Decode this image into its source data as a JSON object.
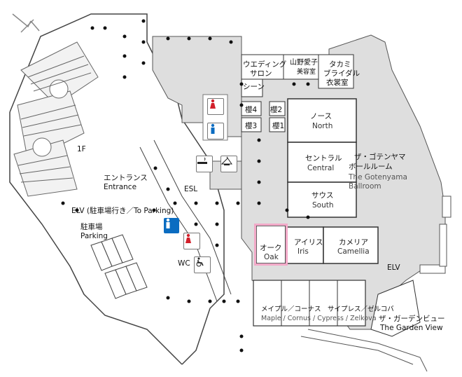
{
  "map": {
    "labels": {
      "wedding_salon_jp1": "ウエディング",
      "wedding_salon_jp2": "サロン",
      "yamano_jp1": "山野愛子",
      "yamano_jp2": "美容室",
      "takami_jp1": "タカミ",
      "takami_jp2": "ブライダル",
      "takami_jp3": "衣裳室",
      "scene": "シーン",
      "sakura4": "櫻4",
      "sakura2": "櫻2",
      "sakura3": "櫻3",
      "sakura1": "櫻1",
      "north_jp": "ノース",
      "north_en": "North",
      "central_jp": "セントラル",
      "central_en": "Central",
      "south_jp": "サウス",
      "south_en": "South",
      "gotenyama_jp1": "ザ・ゴテンヤマ",
      "gotenyama_jp2": "ボールルーム",
      "gotenyama_en1": "The Gotenyama",
      "gotenyama_en2": "Ballroom",
      "entrance_jp": "エントランス",
      "entrance_en": "Entrance",
      "esl": "ESL",
      "floor": "1F",
      "elv_parking": "ELV (駐車場行き／To Parking)",
      "parking_jp": "駐車場",
      "parking_en": "Parking",
      "oak_jp": "オーク",
      "oak_en": "Oak",
      "iris_jp": "アイリス",
      "iris_en": "Iris",
      "camellia_jp": "カメリア",
      "camellia_en": "Camellia",
      "elv": "ELV",
      "wc": "WC",
      "small_rooms_jp": "メイプル／コーナス　サイプレス／ゼルコバ",
      "small_rooms_en": "Maple / Cornus / Cypress / Zelkova",
      "garden_view_jp": "ザ・ガーデンビュー",
      "garden_view_en": "The Garden View"
    },
    "icons": [
      "restroom-female-icon",
      "restroom-male-icon",
      "smoking-area-icon",
      "cloakroom-icon",
      "wheelchair-icon"
    ],
    "colors": {
      "highlight": "#f2a9c8",
      "building": "#dedede",
      "restroom_blue": "#0a6cc1",
      "restroom_red": "#d21f2a"
    },
    "highlighted_room": "oak"
  }
}
